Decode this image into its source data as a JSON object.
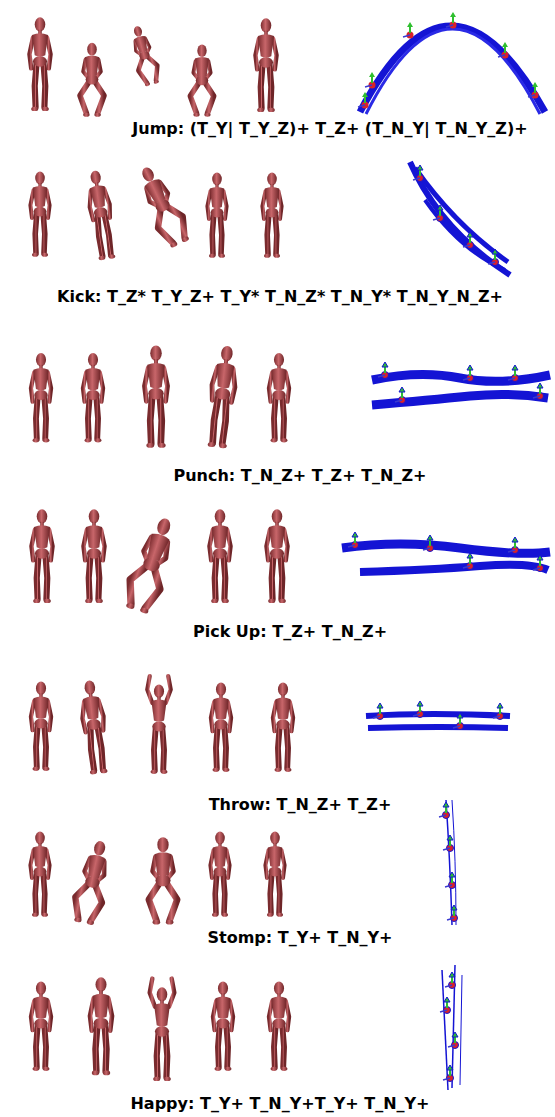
{
  "diagram": {
    "labels": [
      "Jump: (T_Y| T_Y_Z)+ T_Z+ (T_N_Y| T_N_Y_Z)+",
      "Kick: T_Z* T_Y_Z+ T_Y* T_N_Z* T_N_Y* T_N_Y_N_Z+",
      "Punch: T_N_Z+ T_Z+ T_N_Z+",
      "Pick Up: T_Z+ T_N_Z+",
      "Throw: T_N_Z+ T_Z+",
      "Stomp: T_Y+ T_N_Y+",
      "Happy: T_Y+ T_N_Y+T_Y+ T_N_Y+"
    ]
  }
}
